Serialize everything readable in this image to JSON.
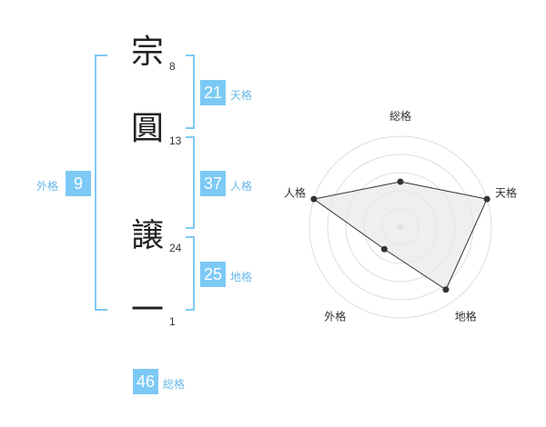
{
  "name_chars": [
    {
      "char": "宗",
      "strokes": "8"
    },
    {
      "char": "圓",
      "strokes": "13"
    },
    {
      "char": "譲",
      "strokes": "24"
    },
    {
      "char": "一",
      "strokes": "1"
    }
  ],
  "fortunes": {
    "tenkaku": {
      "label": "天格",
      "value": "21"
    },
    "jinkaku": {
      "label": "人格",
      "value": "37"
    },
    "chikaku": {
      "label": "地格",
      "value": "25"
    },
    "gaikaku": {
      "label": "外格",
      "value": "9"
    },
    "soukaku": {
      "label": "総格",
      "value": "46"
    }
  },
  "colors": {
    "accent": "#7dc9f5",
    "radar_fill": "#e8e8e8",
    "radar_line": "#333333"
  },
  "chart_data": {
    "type": "radar",
    "axes": [
      "総格",
      "天格",
      "地格",
      "外格",
      "人格"
    ],
    "values": [
      0.5,
      1.0,
      0.85,
      0.3,
      1.0
    ],
    "rings": 5,
    "range": [
      0,
      1
    ]
  }
}
